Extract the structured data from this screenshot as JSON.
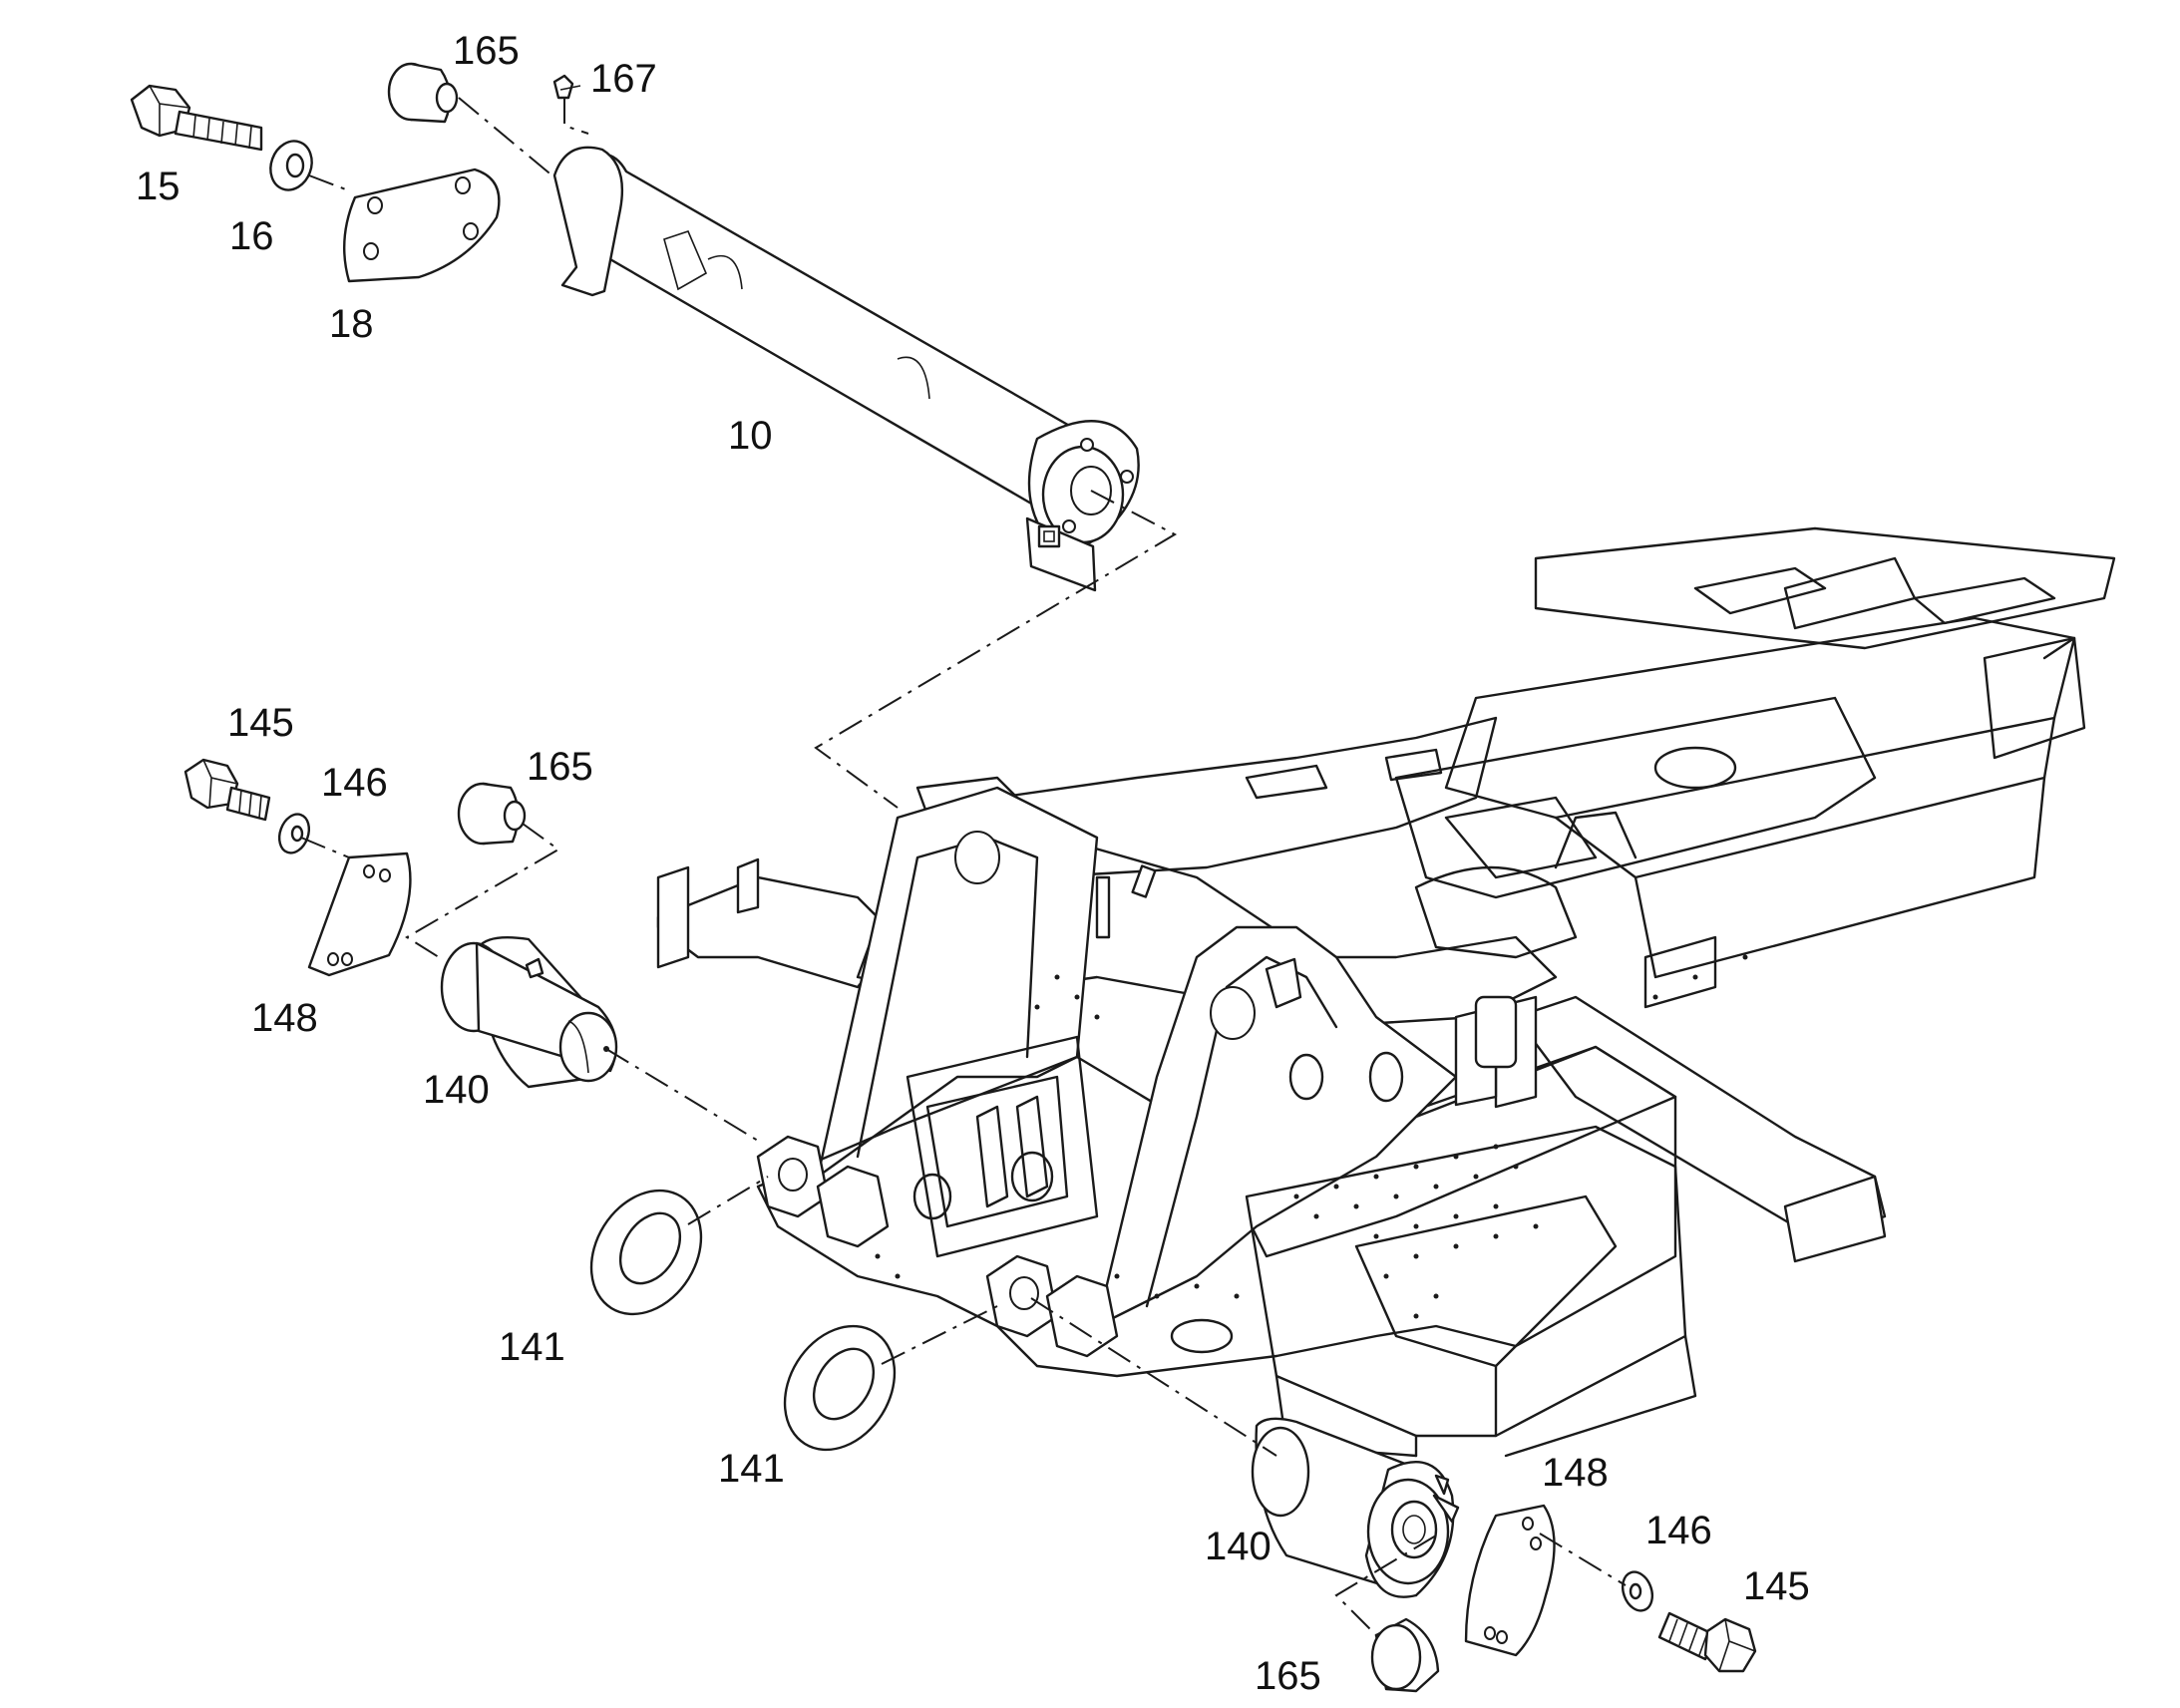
{
  "labels": {
    "p15": "15",
    "p16": "16",
    "p18": "18",
    "p165_top": "165",
    "p167": "167",
    "p10": "10",
    "p145_left": "145",
    "p146_left": "146",
    "p165_mid": "165",
    "p148_left": "148",
    "p140_left": "140",
    "p141_left": "141",
    "p141_mid": "141",
    "p140_right": "140",
    "p148_right": "148",
    "p146_right": "146",
    "p145_right": "145",
    "p165_bottom": "165"
  },
  "colors": {
    "line": "#1a1a1a",
    "background": "#ffffff"
  }
}
